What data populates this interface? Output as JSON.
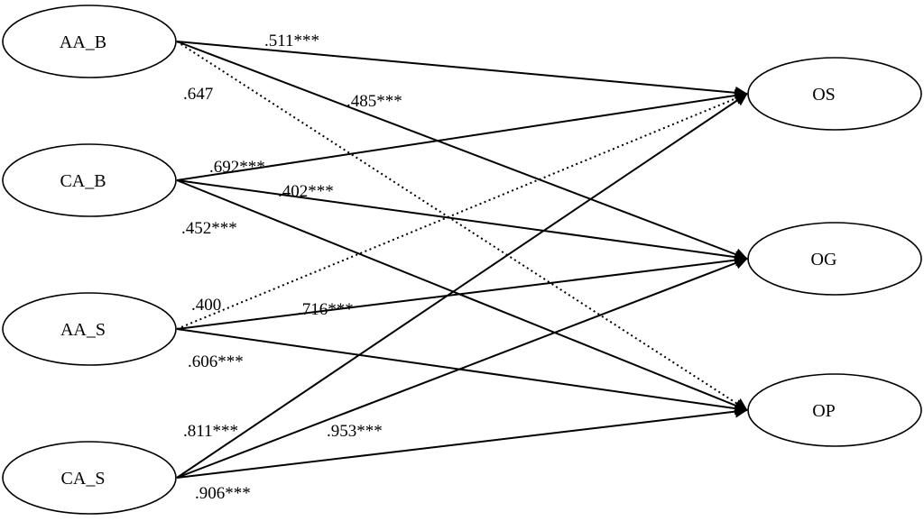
{
  "nodes": {
    "aa_b": {
      "label": "AA_B"
    },
    "ca_b": {
      "label": "CA_B"
    },
    "aa_s": {
      "label": "AA_S"
    },
    "ca_s": {
      "label": "CA_S"
    },
    "os": {
      "label": "OS"
    },
    "og": {
      "label": "OG"
    },
    "op": {
      "label": "OP"
    }
  },
  "paths": [
    {
      "from": "AA_B",
      "to": "OS",
      "coefficient": ".511***",
      "significant": true
    },
    {
      "from": "AA_B",
      "to": "OG",
      "coefficient": ".485***",
      "significant": true
    },
    {
      "from": "AA_B",
      "to": "OP",
      "coefficient": ".647",
      "significant": false
    },
    {
      "from": "CA_B",
      "to": "OS",
      "coefficient": ".692***",
      "significant": true
    },
    {
      "from": "CA_B",
      "to": "OG",
      "coefficient": ".402***",
      "significant": true
    },
    {
      "from": "CA_B",
      "to": "OP",
      "coefficient": ".452***",
      "significant": true
    },
    {
      "from": "AA_S",
      "to": "OS",
      "coefficient": ".400",
      "significant": false
    },
    {
      "from": "AA_S",
      "to": "OG",
      "coefficient": ".716***",
      "significant": true
    },
    {
      "from": "AA_S",
      "to": "OP",
      "coefficient": ".606***",
      "significant": true
    },
    {
      "from": "CA_S",
      "to": "OS",
      "coefficient": ".811***",
      "significant": true
    },
    {
      "from": "CA_S",
      "to": "OG",
      "coefficient": ".953***",
      "significant": true
    },
    {
      "from": "CA_S",
      "to": "OP",
      "coefficient": ".906***",
      "significant": true
    }
  ]
}
